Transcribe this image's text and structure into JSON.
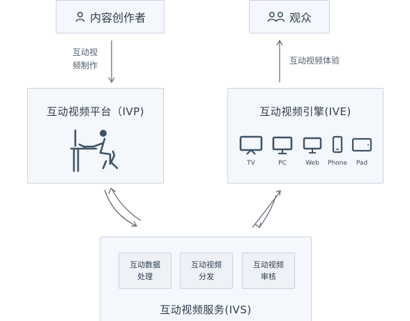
{
  "creator": {
    "label": "内容创作者",
    "icon": "person-icon"
  },
  "audience": {
    "label": "观众",
    "icon": "people-icon"
  },
  "arrow_creator_to_ivp": {
    "line1": "互动视",
    "line2": "频制作"
  },
  "arrow_ive_to_audience": {
    "label": "互动视频体验"
  },
  "ivp": {
    "title": "互动视频平台（IVP)",
    "icon": "person-at-desk-icon"
  },
  "ive": {
    "title": "互动视频引擎(IVE)",
    "devices": [
      {
        "label": "TV",
        "icon": "tv-icon"
      },
      {
        "label": "PC",
        "icon": "pc-monitor-icon"
      },
      {
        "label": "Web",
        "icon": "web-monitor-icon"
      },
      {
        "label": "Phone",
        "icon": "phone-icon"
      },
      {
        "label": "Pad",
        "icon": "tablet-icon"
      }
    ]
  },
  "ivs": {
    "title": "互动视频服务(IVS)",
    "modules": [
      {
        "line1": "互动数据",
        "line2": "处理"
      },
      {
        "line1": "互动视频",
        "line2": "分发"
      },
      {
        "line1": "互动视频",
        "line2": "审核"
      }
    ]
  },
  "colors": {
    "stroke": "#3d5366",
    "box_fill": "#f4f7fb",
    "box_border": "#c9d3de",
    "arrow": "#5a6470"
  }
}
